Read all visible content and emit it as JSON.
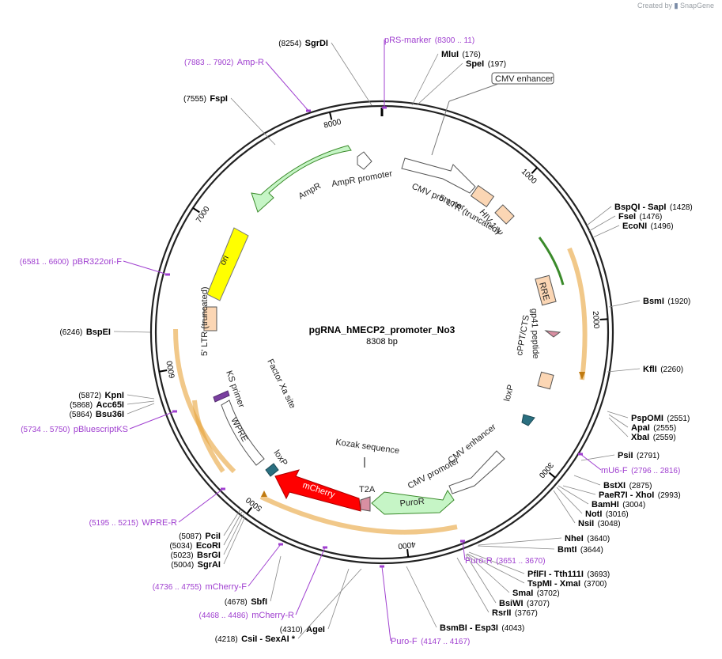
{
  "brand": {
    "created_by": "Created by",
    "app": "SnapGene"
  },
  "plasmid": {
    "name": "pgRNA_hMECP2_promoter_No3",
    "size_label": "8308 bp"
  },
  "ticks": [
    "1000",
    "2000",
    "3000",
    "4000",
    "5000",
    "6000",
    "7000",
    "8000"
  ],
  "features": [
    {
      "name": "CMV enhancer",
      "label": "CMV enhancer"
    },
    {
      "name": "CMV promoter",
      "label": "CMV promoter"
    },
    {
      "name": "5' LTR (truncated)",
      "label": "5' LTR (truncated)"
    },
    {
      "name": "HIV-1 psi",
      "label": "HIV-1 Ψ"
    },
    {
      "name": "RRE",
      "label": "RRE"
    },
    {
      "name": "gp41 peptide",
      "label": "gp41 peptide"
    },
    {
      "name": "cPPT/CTS",
      "label": "cPPT/CTS"
    },
    {
      "name": "loxP",
      "label": "loxP"
    },
    {
      "name": "CMV enhancer 2",
      "label": "CMV enhancer"
    },
    {
      "name": "CMV promoter 2",
      "label": "CMV promoter"
    },
    {
      "name": "Kozak sequence",
      "label": "Kozak sequence"
    },
    {
      "name": "PuroR",
      "label": "PuroR"
    },
    {
      "name": "T2A",
      "label": "T2A"
    },
    {
      "name": "mCherry",
      "label": "mCherry"
    },
    {
      "name": "loxP 2",
      "label": "loxP"
    },
    {
      "name": "WPRE",
      "label": "WPRE"
    },
    {
      "name": "KS primer",
      "label": "KS primer"
    },
    {
      "name": "Factor Xa site",
      "label": "Factor Xa site"
    },
    {
      "name": "5' LTR (truncated) 2",
      "label": "5' LTR (truncated)"
    },
    {
      "name": "ori",
      "label": "ori"
    },
    {
      "name": "AmpR",
      "label": "AmpR"
    },
    {
      "name": "AmpR promoter",
      "label": "AmpR promoter"
    }
  ],
  "sites": [
    {
      "name": "SgrDI",
      "pos": "(8254)"
    },
    {
      "name": "MluI",
      "pos": "(176)"
    },
    {
      "name": "SpeI",
      "pos": "(197)"
    },
    {
      "name": "FspI",
      "pos": "(7555)"
    },
    {
      "name": "BspQI - SapI",
      "pos": "(1428)"
    },
    {
      "name": "FseI",
      "pos": "(1476)"
    },
    {
      "name": "EcoNI",
      "pos": "(1496)"
    },
    {
      "name": "BsmI",
      "pos": "(1920)"
    },
    {
      "name": "KflI",
      "pos": "(2260)"
    },
    {
      "name": "PspOMI",
      "pos": "(2551)"
    },
    {
      "name": "ApaI",
      "pos": "(2555)"
    },
    {
      "name": "XbaI",
      "pos": "(2559)"
    },
    {
      "name": "PsiI",
      "pos": "(2791)"
    },
    {
      "name": "BstXI",
      "pos": "(2875)"
    },
    {
      "name": "PaeR7I - XhoI",
      "pos": "(2993)"
    },
    {
      "name": "BamHI",
      "pos": "(3004)"
    },
    {
      "name": "NotI",
      "pos": "(3016)"
    },
    {
      "name": "NsiI",
      "pos": "(3048)"
    },
    {
      "name": "NheI",
      "pos": "(3640)"
    },
    {
      "name": "BmtI",
      "pos": "(3644)"
    },
    {
      "name": "PflFI - Tth111I",
      "pos": "(3693)"
    },
    {
      "name": "TspMI - XmaI",
      "pos": "(3700)"
    },
    {
      "name": "SmaI",
      "pos": "(3702)"
    },
    {
      "name": "BsiWI",
      "pos": "(3707)"
    },
    {
      "name": "RsrII",
      "pos": "(3767)"
    },
    {
      "name": "BsmBI - Esp3I",
      "pos": "(4043)"
    },
    {
      "name": "AgeI",
      "pos": "(4310)"
    },
    {
      "name": "CsiI - SexAI *",
      "pos": "(4218)"
    },
    {
      "name": "SbfI",
      "pos": "(4678)"
    },
    {
      "name": "SgrAI",
      "pos": "(5004)"
    },
    {
      "name": "BsrGI",
      "pos": "(5023)"
    },
    {
      "name": "EcoRI",
      "pos": "(5034)"
    },
    {
      "name": "PciI",
      "pos": "(5087)"
    },
    {
      "name": "Bsu36I",
      "pos": "(5864)"
    },
    {
      "name": "Acc65I",
      "pos": "(5868)"
    },
    {
      "name": "KpnI",
      "pos": "(5872)"
    },
    {
      "name": "BspEI",
      "pos": "(6246)"
    }
  ],
  "primers": [
    {
      "name": "pRS-marker",
      "range": "(8300 .. 11)"
    },
    {
      "name": "Amp-R",
      "range": "(7883 .. 7902)"
    },
    {
      "name": "pBR322ori-F",
      "range": "(6581 .. 6600)"
    },
    {
      "name": "pBluescriptKS",
      "range": "(5734 .. 5750)"
    },
    {
      "name": "WPRE-R",
      "range": "(5195 .. 5215)"
    },
    {
      "name": "mCherry-F",
      "range": "(4736 .. 4755)"
    },
    {
      "name": "mCherry-R",
      "range": "(4468 .. 4486)"
    },
    {
      "name": "Puro-F",
      "range": "(4147 .. 4167)"
    },
    {
      "name": "Puro-R",
      "range": "(3651 .. 3670)"
    },
    {
      "name": "mU6-F",
      "range": "(2796 .. 2816)"
    }
  ],
  "colors": {
    "backbone": "#222222",
    "primer": "#a040d0",
    "orange_feature": "#e8a33a",
    "green_feature": "#c6f5c6",
    "green_outline": "#3a8a2a",
    "ori": "#ffff00",
    "mcherry": "#ff0000",
    "ltr": "#fbd6b4",
    "lox": "#2a6f80",
    "white_feature": "#ffffff"
  }
}
